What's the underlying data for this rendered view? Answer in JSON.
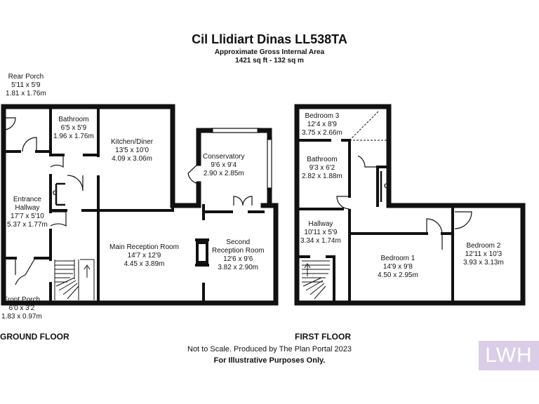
{
  "title": "Cil Llidiart Dinas LL538TA",
  "area_heading": "Approximate Gross Internal Area",
  "area_value": "1421 sq ft - 132 sq m",
  "ground_floor": {
    "label": "GROUND FLOOR",
    "rooms": [
      {
        "id": "rear_porch",
        "name": "Rear Porch",
        "imperial": "5'11 x 5'9",
        "metric": "1.81 x 1.76m"
      },
      {
        "id": "bathroom",
        "name": "Bathroom",
        "imperial": "6'5 x 5'9",
        "metric": "1.96 x 1.76m"
      },
      {
        "id": "kitchen",
        "name": "Kitchen/Diner",
        "imperial": "13'5 x 10'0",
        "metric": "4.09 x 3.06m"
      },
      {
        "id": "conservatory",
        "name": "Conservatory",
        "imperial": "9'6 x 9'4",
        "metric": "2.90 x 2.85m"
      },
      {
        "id": "entrance",
        "name": "Entrance Hallway",
        "name_line1": "Entrance",
        "name_line2": "Hallway",
        "imperial": "17'7 x 5'10",
        "metric": "5.37 x 1.77m"
      },
      {
        "id": "main_reception",
        "name": "Main Reception Room",
        "imperial": "14'7 x 12'9",
        "metric": "4.45 x 3.89m"
      },
      {
        "id": "second_reception",
        "name": "Second Reception Room",
        "name_line1": "Second",
        "name_line2": "Reception Room",
        "imperial": "12'6 x 9'6",
        "metric": "3.82 x 2.90m"
      },
      {
        "id": "front_porch",
        "name": "Front Porch",
        "imperial": "6'0 x 3'2",
        "metric": "1.83 x 0.97m"
      }
    ],
    "cupboard": "C"
  },
  "first_floor": {
    "label": "FIRST FLOOR",
    "rooms": [
      {
        "id": "bedroom3",
        "name": "Bedroom 3",
        "imperial": "12'4 x 8'9",
        "metric": "3.75 x 2.66m"
      },
      {
        "id": "bathroom",
        "name": "Bathroom",
        "imperial": "9'3 x 6'2",
        "metric": "2.82 x 1.88m"
      },
      {
        "id": "hallway",
        "name": "Hallway",
        "imperial": "10'11 x 5'9",
        "metric": "3.34 x 1.74m"
      },
      {
        "id": "bedroom1",
        "name": "Bedroom 1",
        "imperial": "14'9 x 9'8",
        "metric": "4.50 x 2.95m"
      },
      {
        "id": "bedroom2",
        "name": "Bedroom 2",
        "imperial": "12'11 x 10'3",
        "metric": "3.93 x 3.13m"
      }
    ],
    "cupboard": "C"
  },
  "footer": {
    "line1": "Not to Scale. Produced by The Plan Portal 2023",
    "line2": "For Illustrative Purposes Only."
  },
  "logo_text": "LWH",
  "colors": {
    "wall": "#111111",
    "logo_bg": "#d9cde8"
  }
}
